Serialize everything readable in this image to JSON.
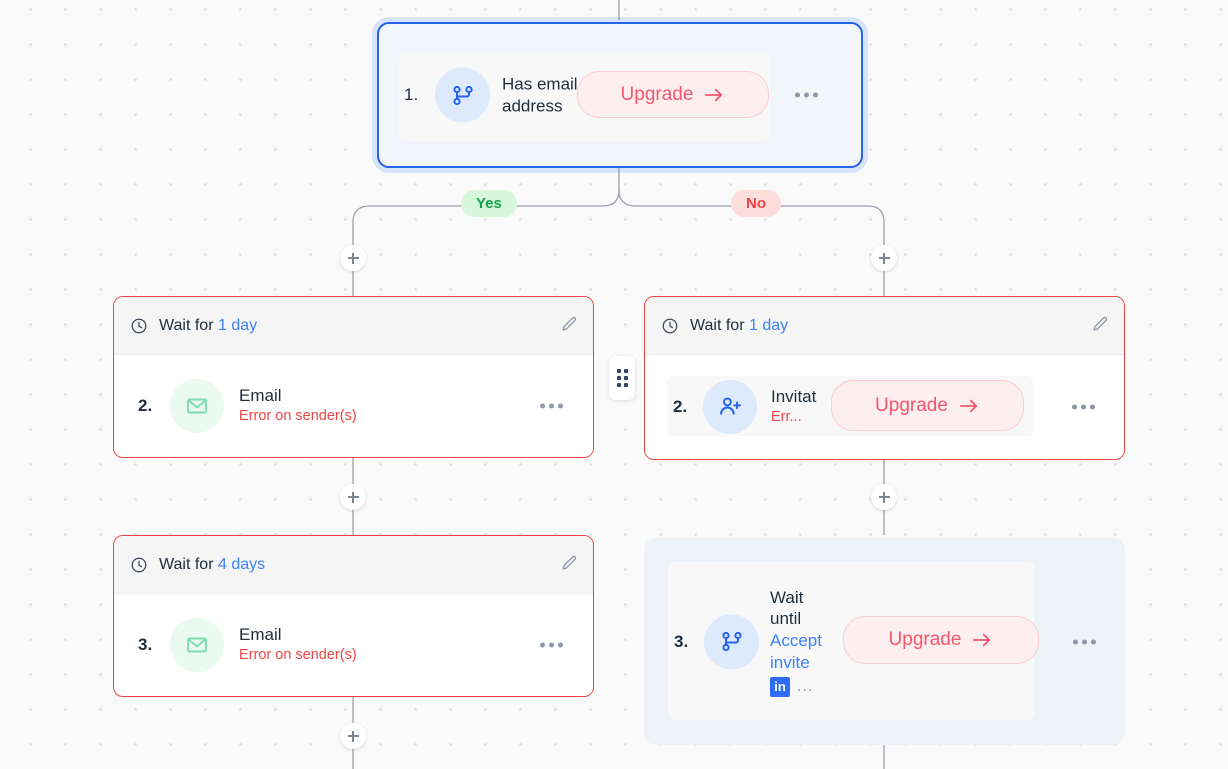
{
  "canvas": {
    "background_color": "#fafafa",
    "dot_color": "#e2e2e4"
  },
  "colors": {
    "accent_blue": "#2563eb",
    "link_blue": "#3b82f6",
    "error_red": "#ef4444",
    "upgrade_pink_text": "#f4566c",
    "upgrade_pink_bg": "#fdeef0",
    "yes_green": "#16a34a",
    "no_red": "#ef4444",
    "linkedin_blue": "#2f6df6"
  },
  "branch_labels": {
    "yes": "Yes",
    "no": "No"
  },
  "upgrade": {
    "label": "Upgrade",
    "arrow_icon": "arrow-right-icon"
  },
  "icons": {
    "branch": "branch-icon",
    "email": "email-icon",
    "person_add": "person-add-icon",
    "clock": "clock-icon",
    "pencil": "pencil-icon",
    "more": "more-horizontal-icon",
    "plus": "plus-icon",
    "drag": "drag-handle-icon",
    "linkedin": "linkedin-icon"
  },
  "nodes": {
    "condition_1": {
      "step": "1.",
      "title": "Has email address",
      "icon": "branch-icon",
      "selected": true,
      "upgrade_label": "Upgrade"
    },
    "left_step_2": {
      "wait_prefix": "Wait for",
      "wait_value": "1 day",
      "step": "2.",
      "title": "Email",
      "subtitle": "Error on sender(s)",
      "icon": "email-icon"
    },
    "left_step_3": {
      "wait_prefix": "Wait for",
      "wait_value": "4 days",
      "step": "3.",
      "title": "Email",
      "subtitle": "Error on sender(s)",
      "icon": "email-icon"
    },
    "right_step_2": {
      "wait_prefix": "Wait for",
      "wait_value": "1 day",
      "step": "2.",
      "title": "Invitat",
      "subtitle": "Err...",
      "icon": "person-add-icon",
      "upgrade_label": "Upgrade"
    },
    "right_step_3": {
      "step": "3.",
      "title_line1": "Wait",
      "title_line2": "until",
      "title_line3": "Accept",
      "title_line4": "invite",
      "linkedin_label": "in",
      "trailing_ellipsis": "...",
      "icon": "branch-icon",
      "upgrade_label": "Upgrade"
    }
  }
}
